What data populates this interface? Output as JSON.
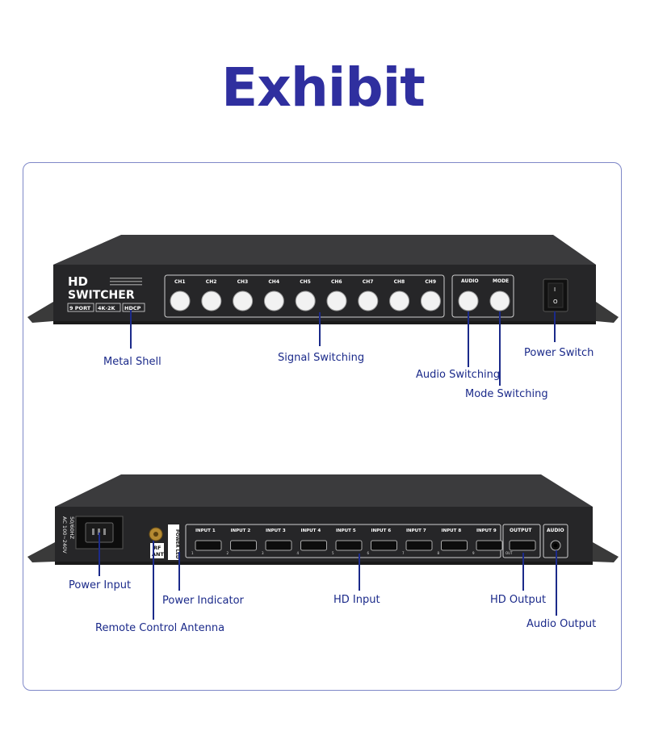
{
  "title": "Exhibit",
  "front_panel": {
    "brand_line1": "HD",
    "brand_line2": "SWITCHER",
    "badges": [
      "9 PORT",
      "4K·2K",
      "HDCP"
    ],
    "channels": [
      "CH1",
      "CH2",
      "CH3",
      "CH4",
      "CH5",
      "CH6",
      "CH7",
      "CH8",
      "CH9"
    ],
    "audio_button": "AUDIO",
    "mode_button": "MODE",
    "power_switch_marks": [
      "I",
      "O"
    ]
  },
  "rear_panel": {
    "power_rating": [
      "AC 100~240V",
      "50/60HZ"
    ],
    "rf_label": [
      "RF",
      "ANT"
    ],
    "power_led_label": "POWER LED",
    "inputs": [
      "INPUT 1",
      "INPUT 2",
      "INPUT 3",
      "INPUT 4",
      "INPUT 5",
      "INPUT 6",
      "INPUT 7",
      "INPUT 8",
      "INPUT 9"
    ],
    "input_numbers": [
      "1",
      "2",
      "3",
      "4",
      "5",
      "6",
      "7",
      "8",
      "9"
    ],
    "output_label": "OUTPUT",
    "output_port": "OUT",
    "audio_label": "AUDIO"
  },
  "callouts": {
    "metal_shell": "Metal Shell",
    "signal_switching": "Signal Switching",
    "audio_switching": "Audio Switching",
    "mode_switching": "Mode Switching",
    "power_switch": "Power Switch",
    "power_input": "Power Input",
    "power_indicator": "Power Indicator",
    "remote_antenna": "Remote Control Antenna",
    "hd_input": "HD  Input",
    "hd_output": "HD  Output",
    "audio_output": "Audio Output"
  },
  "colors": {
    "title": "#2f2f9f",
    "callout": "#1b2a8a",
    "frame": "#7f88c8"
  }
}
